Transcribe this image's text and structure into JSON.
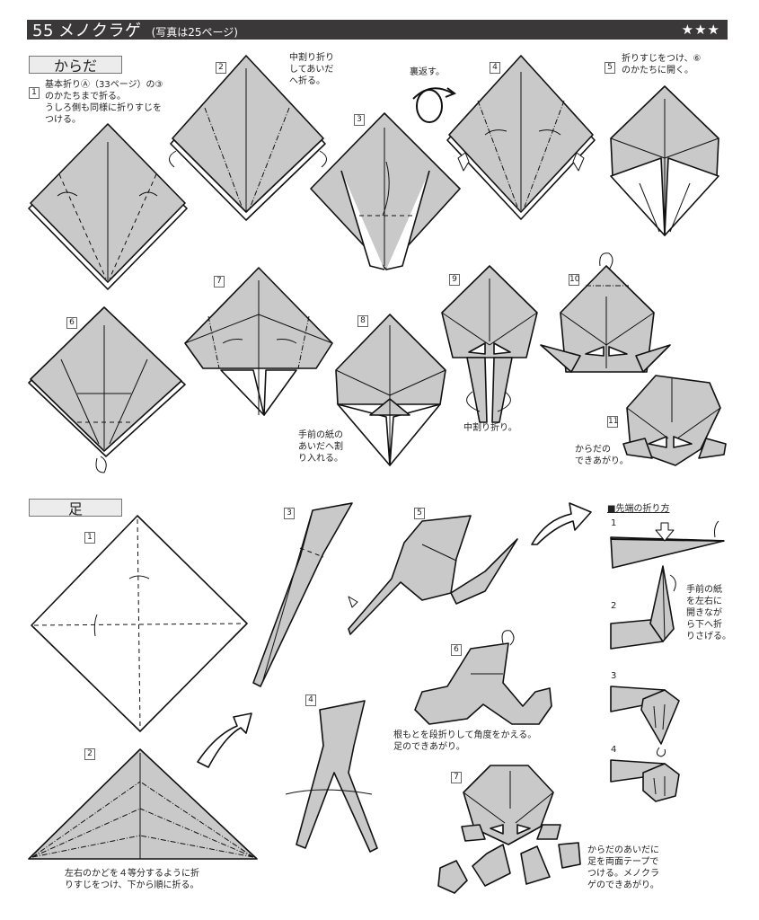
{
  "header": {
    "number": "55",
    "title": "メノクラゲ",
    "subtitle": "(写真は25ページ)",
    "difficulty": "★★★",
    "bar_color": "#3a3838"
  },
  "sections": {
    "body": {
      "label": "からだ",
      "steps": [
        {
          "num": "1",
          "text": "基本折りⒶ（33ページ）の③\nのかたちまで折る。\nうしろ側も同様に折りすじを\nつける。"
        },
        {
          "num": "2",
          "text": "中割り折り\nしてあいだ\nへ折る。"
        },
        {
          "num": "3",
          "text": ""
        },
        {
          "num": "4",
          "text": ""
        },
        {
          "num": "5",
          "text": "折りすじをつけ、⑥\nのかたちに開く。"
        },
        {
          "num": "6",
          "text": ""
        },
        {
          "num": "7",
          "text": ""
        },
        {
          "num": "8",
          "text": "手前の紙の\nあいだへ割\nり入れる。"
        },
        {
          "num": "9",
          "text": "中割り折り。"
        },
        {
          "num": "10",
          "text": ""
        },
        {
          "num": "11",
          "text": "からだの\nできあがり。"
        }
      ],
      "flip_note": "裏返す。"
    },
    "legs": {
      "label": "足",
      "steps": [
        {
          "num": "1",
          "text": ""
        },
        {
          "num": "2",
          "text": "左右のかどを４等分するように折\nりすじをつけ、下から順に折る。"
        },
        {
          "num": "3",
          "text": ""
        },
        {
          "num": "4",
          "text": ""
        },
        {
          "num": "5",
          "text": ""
        },
        {
          "num": "6",
          "text": "根もとを段折りして角度をかえる。\n足のできあがり。"
        },
        {
          "num": "7",
          "text": "からだのあいだに\n足を両面テープで\nつける。メノクラ\nゲのできあがり。"
        }
      ]
    },
    "tip": {
      "header": "■先端の折り方",
      "steps": [
        {
          "num": "1",
          "text": ""
        },
        {
          "num": "2",
          "text": "手前の紙\nを左右に\n開きなが\nら下へ折\nりさげる。"
        },
        {
          "num": "3",
          "text": ""
        },
        {
          "num": "4",
          "text": ""
        }
      ]
    }
  },
  "colors": {
    "paper_fill": "#c9c9c9",
    "line": "#111111",
    "label_box": "#ececec"
  }
}
